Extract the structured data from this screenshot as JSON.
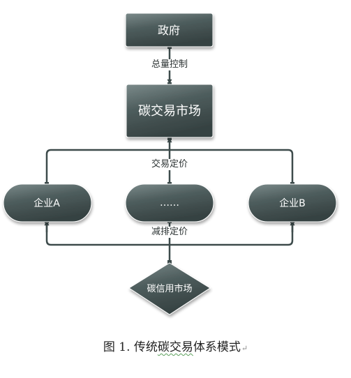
{
  "nodes": {
    "government": "政府",
    "carbon_market": "碳交易市场",
    "enterprise_a": "企业A",
    "ellipsis": "……",
    "enterprise_b": "企业B",
    "credit_market": "碳信用市场"
  },
  "edge_labels": {
    "total_control": "总量控制",
    "trade_pricing": "交易定价",
    "reduction_pricing": "减排定价"
  },
  "caption": {
    "prefix": "图 1. 传统",
    "underlined": "碳交易",
    "suffix": "体系模式",
    "paragraph_mark": "↵"
  },
  "colors": {
    "node_fill_light": "#6c7c7c",
    "node_fill_dark": "#3a4747",
    "line": "#3d4b4b",
    "text": "#ffffff"
  }
}
